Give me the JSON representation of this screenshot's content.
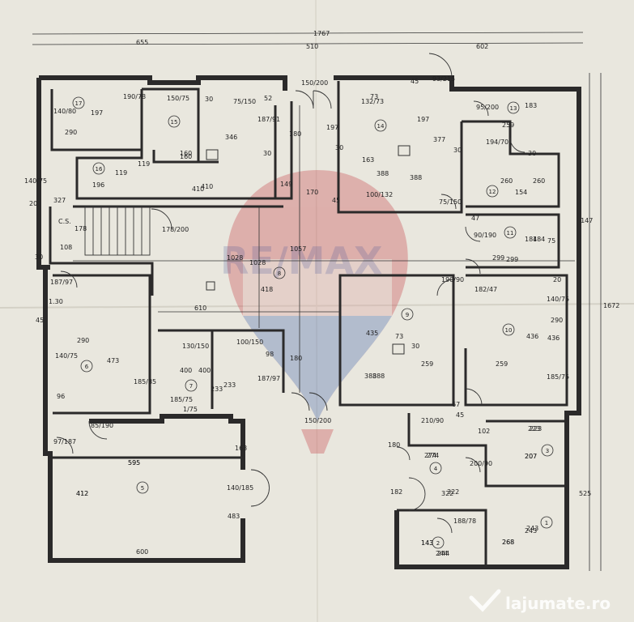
{
  "watermark": {
    "brand": "RE/MAX",
    "site": "lajumate.ro",
    "balloon_red": "#c84a4f",
    "balloon_blue": "#4f6fb0",
    "text_color": "#5a68a6"
  },
  "floorplan": {
    "paper_color": "#e9e7de",
    "wall_color": "#2b2a2a",
    "overall_dimensions": {
      "top_total": "1767",
      "top_left": "655",
      "top_mid": "510",
      "top_right": "602",
      "right_total": "1672",
      "right_upper": "1147",
      "right_lower": "525",
      "center_vertical": "1057",
      "center_horizontal": "1028"
    },
    "rooms": [
      {
        "num": "17",
        "w": "197",
        "h": "290"
      },
      {
        "num": "16",
        "w": "119",
        "h": "196"
      },
      {
        "num": "15",
        "w": "160",
        "h": "410"
      },
      {
        "num": "14",
        "w": "197",
        "h": "388"
      },
      {
        "num": "13",
        "w": "183",
        "h": "259"
      },
      {
        "num": "12",
        "w": "260",
        "h": "154"
      },
      {
        "num": "11",
        "w": "184",
        "h": "299"
      },
      {
        "num": "10",
        "w": "436",
        "h": "259"
      },
      {
        "num": "9",
        "w": "435",
        "h": "388"
      },
      {
        "num": "8",
        "w": "418",
        "h": "610"
      },
      {
        "num": "7",
        "w": "400",
        "h": "233"
      },
      {
        "num": "6",
        "w": "290",
        "h": "473"
      },
      {
        "num": "5",
        "w": "595",
        "h": "412"
      },
      {
        "num": "4",
        "w": "274",
        "h": "322"
      },
      {
        "num": "3",
        "w": "223",
        "h": "207"
      },
      {
        "num": "2",
        "w": "143",
        "h": "244"
      },
      {
        "num": "1",
        "w": "243",
        "h": "268"
      }
    ],
    "dimensions": [
      "140/80",
      "190/78",
      "150/75",
      "30",
      "75/150",
      "52",
      "150/200",
      "45",
      "93/215",
      "73",
      "132/73",
      "197",
      "95/200",
      "346",
      "187/91",
      "180",
      "377",
      "30",
      "30",
      "160",
      "163",
      "119",
      "30",
      "410",
      "149",
      "170",
      "388",
      "100/132",
      "75/150",
      "194/70",
      "30",
      "260",
      "327",
      "178",
      "C.S.",
      "178/200",
      "47",
      "184",
      "75",
      "90/190",
      "299",
      "108",
      "30",
      "187/97",
      "1028",
      "190/90",
      "182/47",
      "20",
      "140/75",
      "1.30",
      "45",
      "140/75",
      "290",
      "130/150",
      "100/150",
      "98",
      "180",
      "73",
      "30",
      "436",
      "259",
      "185/85",
      "187/97",
      "400",
      "233",
      "185/75",
      "388",
      "67",
      "185/75",
      "85/190",
      "150/200",
      "210/90",
      "45",
      "102",
      "223",
      "97/187",
      "595",
      "180",
      "274",
      "200/90",
      "207",
      "163",
      "140/185",
      "182",
      "322",
      "412",
      "483",
      "188/78",
      "243",
      "143",
      "244",
      "268",
      "600",
      "20",
      "140/75",
      "1/75",
      "96",
      "45"
    ]
  }
}
